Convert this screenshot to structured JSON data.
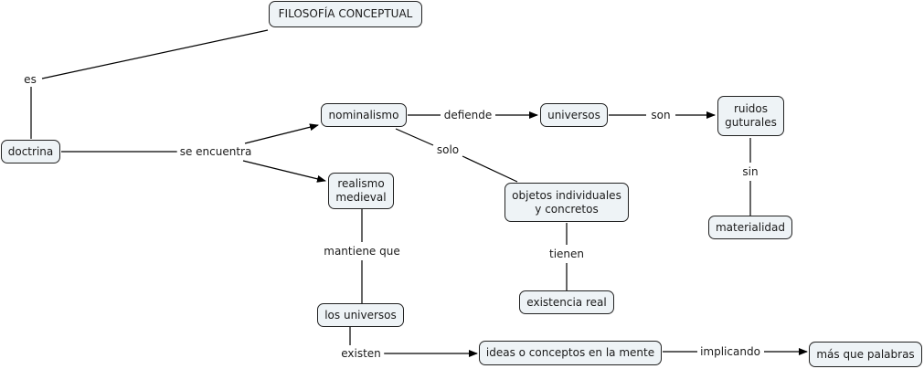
{
  "concepts": {
    "filosofia": "FILOSOFÍA CONCEPTUAL",
    "doctrina": "doctrina",
    "nominalismo": "nominalismo",
    "universos": "universos",
    "ruidos": "ruidos\nguturales",
    "materialidad": "materialidad",
    "realismo": "realismo\nmedieval",
    "objetos": "objetos individuales\ny concretos",
    "existencia": "existencia real",
    "los_universos": "los universos",
    "ideas": "ideas o conceptos en la mente",
    "palabras": "más que palabras"
  },
  "linking_phrases": {
    "es": "es",
    "se_encuentra": "se encuentra",
    "defiende": "defiende",
    "son": "son",
    "sin": "sin",
    "solo": "solo",
    "tienen": "tienen",
    "mantiene_que": "mantiene que",
    "existen": "existen",
    "implicando": "implicando"
  },
  "colors": {
    "node_fill": "#eef3f6",
    "node_border": "#222222",
    "line": "#000000"
  }
}
